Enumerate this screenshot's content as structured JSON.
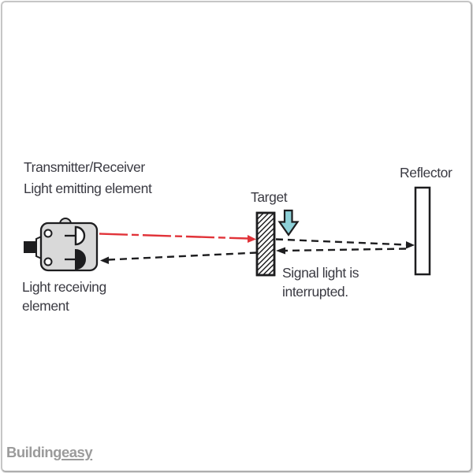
{
  "colors": {
    "ink": "#1d1d1f",
    "text": "#3a3a42",
    "beam_red": "#e13339",
    "arrow_teal": "#8ed1d8",
    "sensor_fill": "#d9d9d9",
    "watermark": "#9b9b9b",
    "frame_border": "#c6c6c6"
  },
  "diagram": {
    "labels": {
      "transmitter_receiver": "Transmitter/Receiver",
      "light_emitting": "Light emitting element",
      "light_receiving_line1": "Light receiving",
      "light_receiving_line2": "element",
      "target": "Target",
      "reflector": "Reflector",
      "signal_line1": "Signal light is",
      "signal_line2": "interrupted."
    },
    "icons": {
      "light_emitting_element_icon": "open-half-circle-LED-symbol",
      "light_receiving_element_icon": "filled-half-circle-photodiode-symbol",
      "interrupt_arrow_icon": "teal-down-arrow",
      "target_plate": "diagonally-hatched-bar",
      "reflector_plate": "vertical-white-bar"
    }
  },
  "watermark": {
    "prefix": "Building",
    "suffix": "easy"
  }
}
